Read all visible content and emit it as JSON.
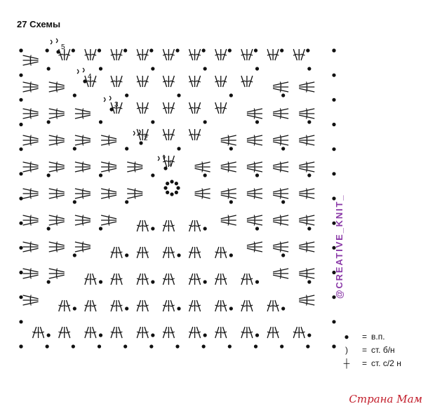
{
  "title": "27 Схемы",
  "row_numbers": [
    "1",
    "2",
    "3",
    "4",
    "5"
  ],
  "watermark": "@CREATIVE_KNIT_",
  "legend": [
    {
      "symbol": "chain-dot",
      "label": "в.п."
    },
    {
      "symbol": "single-crochet-arc",
      "label": "ст. б/н"
    },
    {
      "symbol": "half-double-crochet-stick",
      "label": "ст. с/2 н"
    }
  ],
  "brand": "Страна Мам",
  "colors": {
    "ink": "#111111",
    "watermark": "#8b3aa8",
    "brand": "#c21d2a"
  }
}
